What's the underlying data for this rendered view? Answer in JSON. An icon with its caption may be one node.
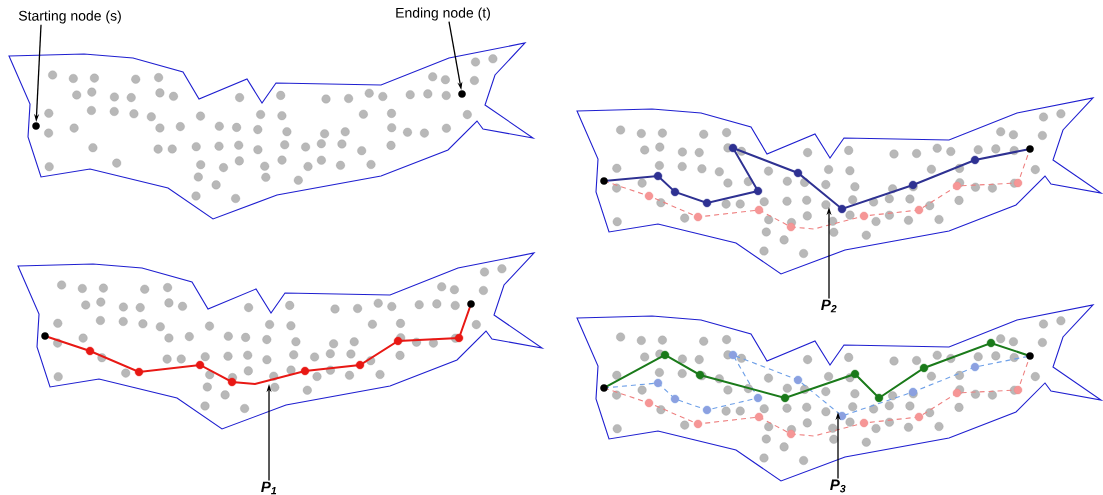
{
  "diagram": {
    "nodes": [
      {
        "text": [
          "Starting node (s)"
        ]
      },
      {
        "text": [
          "Ending node (t)"
        ]
      },
      {
        "text": [],
        "shape": "circle"
      },
      {
        "text": [],
        "shape": "circle"
      },
      {
        "text": [
          "P$_{1}$"
        ]
      },
      {
        "text": [
          "P$_{2}$"
        ]
      },
      {
        "text": [
          "P$_{3}$"
        ]
      }
    ],
    "edges": [
      {
        "from": 0,
        "to": 2,
        "arrow": "to"
      },
      {
        "from": 1,
        "to": 3,
        "arrow": "to"
      },
      {
        "from": 4,
        "to": null,
        "arrow": "to"
      },
      {
        "from": 5,
        "to": null,
        "arrow": "to"
      },
      {
        "from": 6,
        "to": null,
        "arrow": "to"
      }
    ]
  }
}
